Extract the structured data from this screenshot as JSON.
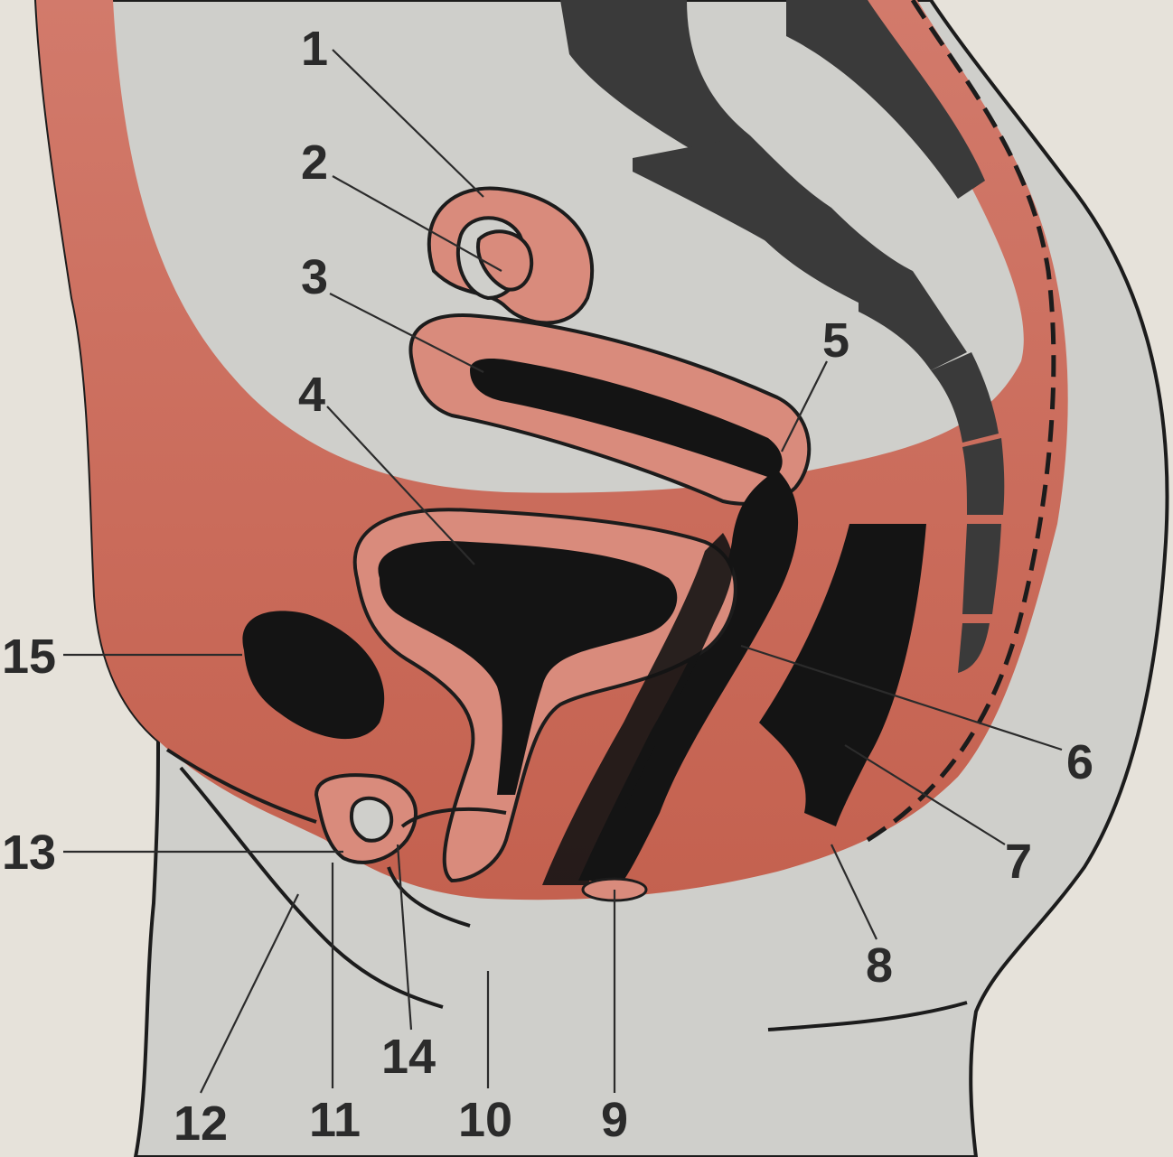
{
  "diagram": {
    "labels": [
      {
        "id": "1",
        "text": "1"
      },
      {
        "id": "2",
        "text": "2"
      },
      {
        "id": "3",
        "text": "3"
      },
      {
        "id": "4",
        "text": "4"
      },
      {
        "id": "5",
        "text": "5"
      },
      {
        "id": "6",
        "text": "6"
      },
      {
        "id": "7",
        "text": "7"
      },
      {
        "id": "8",
        "text": "8"
      },
      {
        "id": "9",
        "text": "9"
      },
      {
        "id": "10",
        "text": "10"
      },
      {
        "id": "11",
        "text": "11"
      },
      {
        "id": "12",
        "text": "12"
      },
      {
        "id": "13",
        "text": "13"
      },
      {
        "id": "14",
        "text": "14"
      },
      {
        "id": "15",
        "text": "15"
      }
    ],
    "colors": {
      "background": "#e6e2da",
      "body": "#cfcfcb",
      "tissue": "#c96f5f",
      "tissue_light": "#d98b7c",
      "cavity": "#141414",
      "spine": "#3a3a3a",
      "outline": "#1c1c1c",
      "label": "#2b2b2b"
    }
  }
}
